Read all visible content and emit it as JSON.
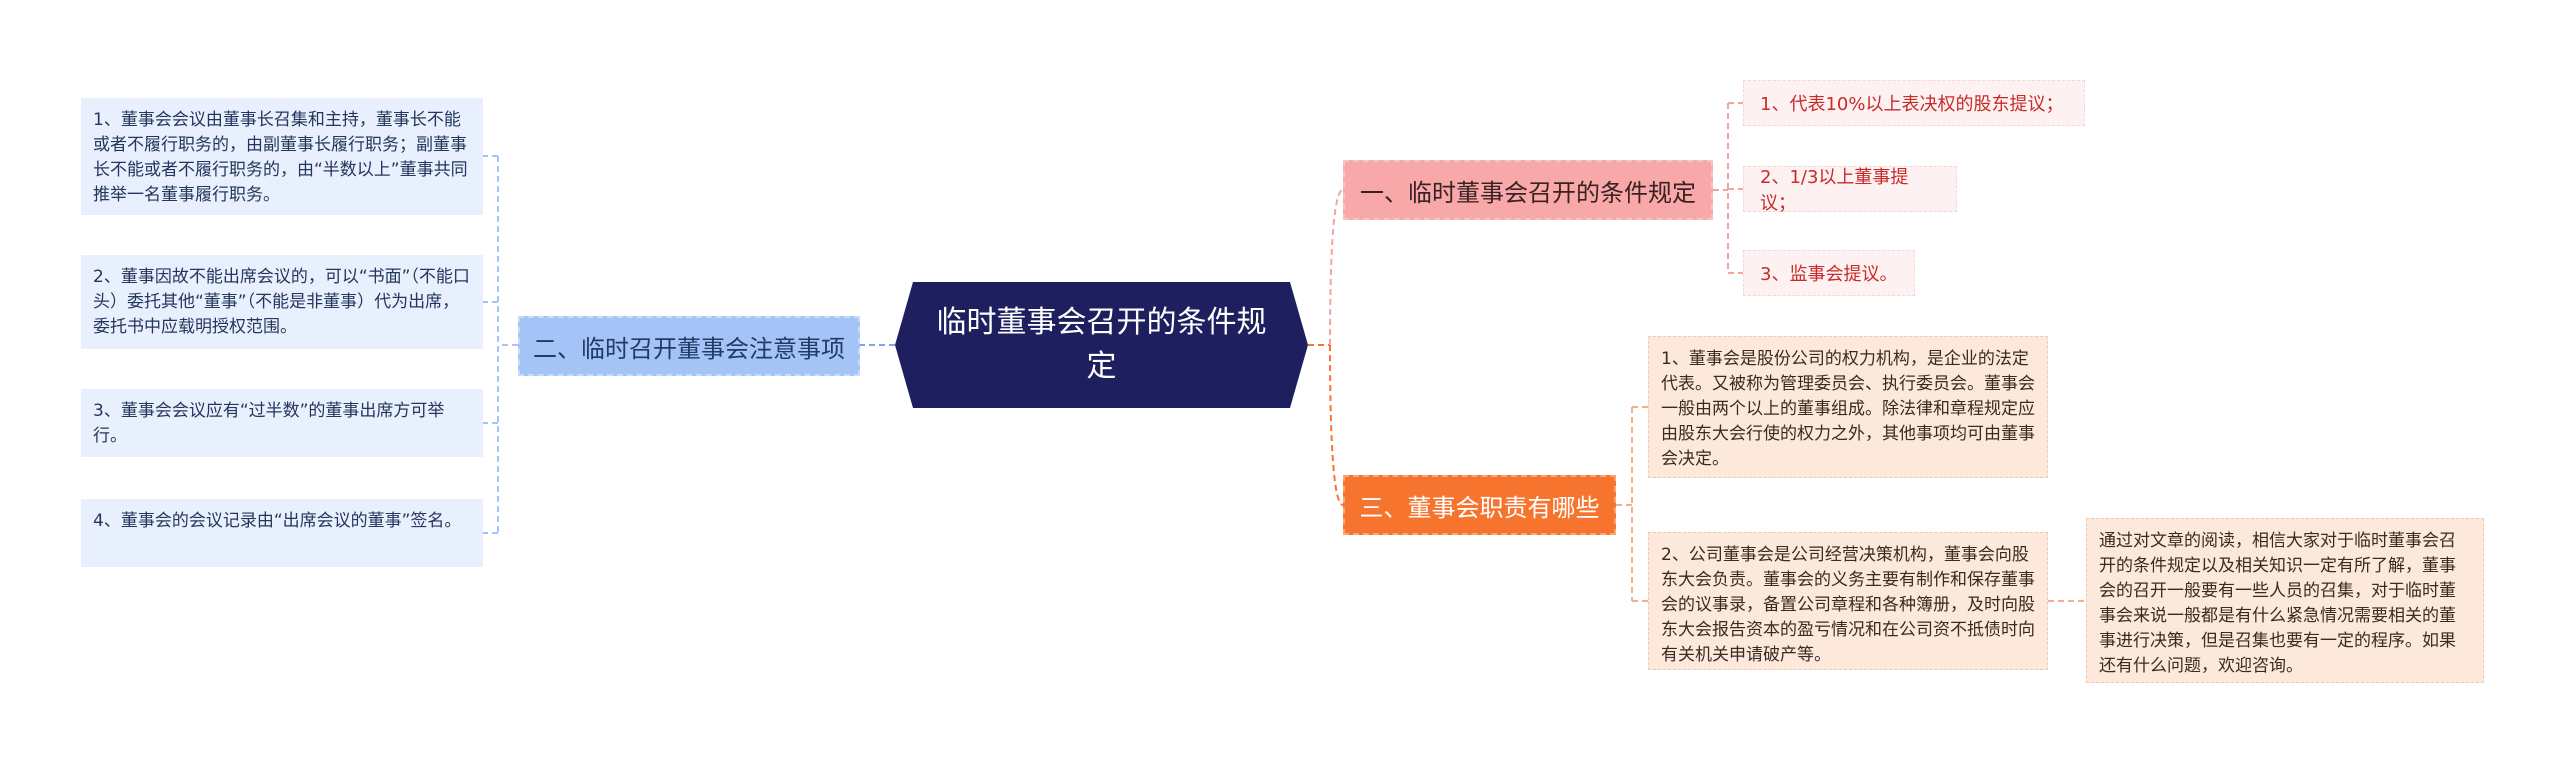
{
  "root": {
    "label": "临时董事会召开的条件规定"
  },
  "branch_conditions": {
    "label": "一、临时董事会召开的条件规定",
    "items": [
      "1、代表10%以上表决权的股东提议；",
      "2、1/3以上董事提议；",
      "3、监事会提议。"
    ]
  },
  "branch_duties": {
    "label": "三、董事会职责有哪些",
    "items": [
      "1、董事会是股份公司的权力机构，是企业的法定代表。又被称为管理委员会、执行委员会。董事会一般由两个以上的董事组成。除法律和章程规定应由股东大会行使的权力之外，其他事项均可由董事会决定。",
      "2、公司董事会是公司经营决策机构，董事会向股东大会负责。董事会的义务主要有制作和保存董事会的议事录，备置公司章程和各种簿册，及时向股东大会报告资本的盈亏情况和在公司资不抵债时向有关机关申请破产等。"
    ],
    "conclusion": "通过对文章的阅读，相信大家对于临时董事会召开的条件规定以及相关知识一定有所了解，董事会的召开一般要有一些人员的召集，对于临时董事会来说一般都是有什么紧急情况需要相关的董事进行决策，但是召集也要有一定的程序。如果还有什么问题，欢迎咨询。"
  },
  "branch_notes": {
    "label": "二、临时召开董事会注意事项",
    "items": [
      "1、董事会会议由董事长召集和主持，董事长不能或者不履行职务的，由副董事长履行职务；副董事长不能或者不履行职务的，由“半数以上”董事共同推举一名董事履行职务。",
      "2、董事因故不能出席会议的，可以“书面”（不能口头）委托其他“董事”（不能是非董事）代为出席，委托书中应载明授权范围。",
      "3、董事会会议应有“过半数”的董事出席方可举行。",
      "4、董事会的会议记录由“出席会议的董事”签名。"
    ]
  },
  "colors": {
    "root_fill": "#1e1f5e",
    "conditions_fill": "#f8a8a8",
    "duties_fill": "#f7742f",
    "notes_fill": "#a4c3f7",
    "red_text": "#c92a2a"
  }
}
